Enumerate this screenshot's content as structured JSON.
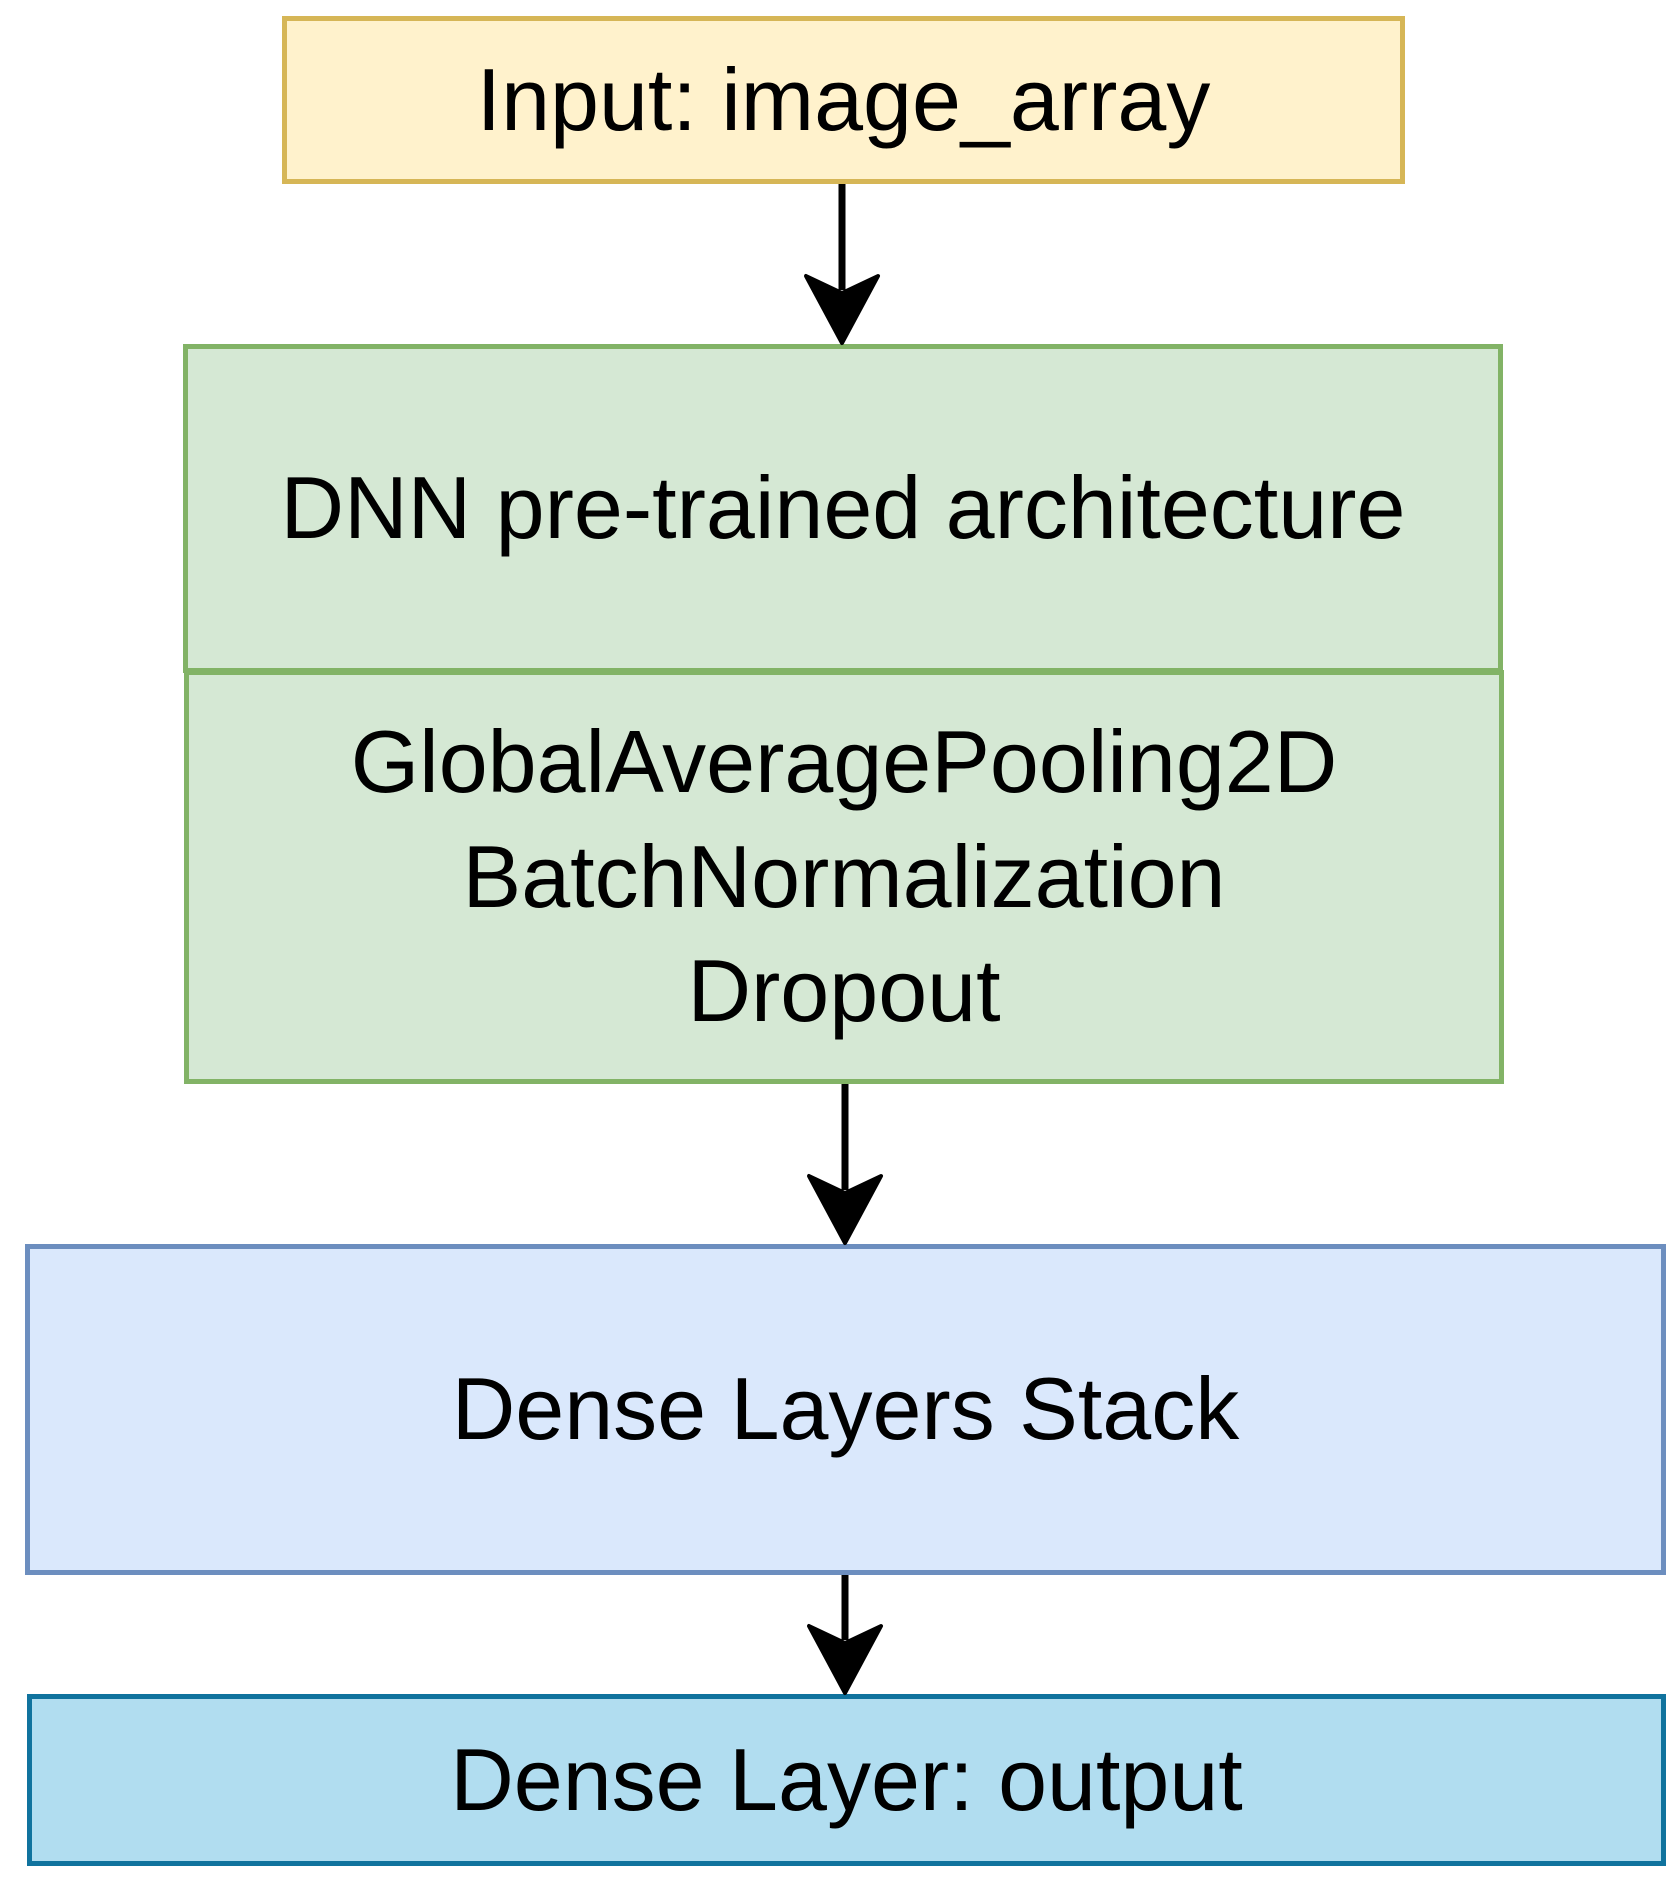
{
  "nodes": {
    "input": "Input: image_array",
    "dnn": "DNN pre-trained architecture",
    "layers": [
      "GlobalAveragePooling2D",
      "BatchNormalization",
      "Dropout"
    ],
    "dense_stack": "Dense Layers Stack",
    "output": "Dense Layer: output"
  },
  "edges": [
    {
      "from": "input",
      "to": "dnn"
    },
    {
      "from": "layers",
      "to": "dense_stack"
    },
    {
      "from": "dense_stack",
      "to": "output"
    }
  ],
  "colors": {
    "input_fill": "#fff2cc",
    "input_border": "#d6b656",
    "green_fill": "#d5e8d4",
    "green_border": "#82b366",
    "blue_fill": "#dae8fc",
    "blue_border": "#6c8ebf",
    "output_fill": "#b1ddf0",
    "output_border": "#10739e",
    "arrow": "#000000"
  }
}
